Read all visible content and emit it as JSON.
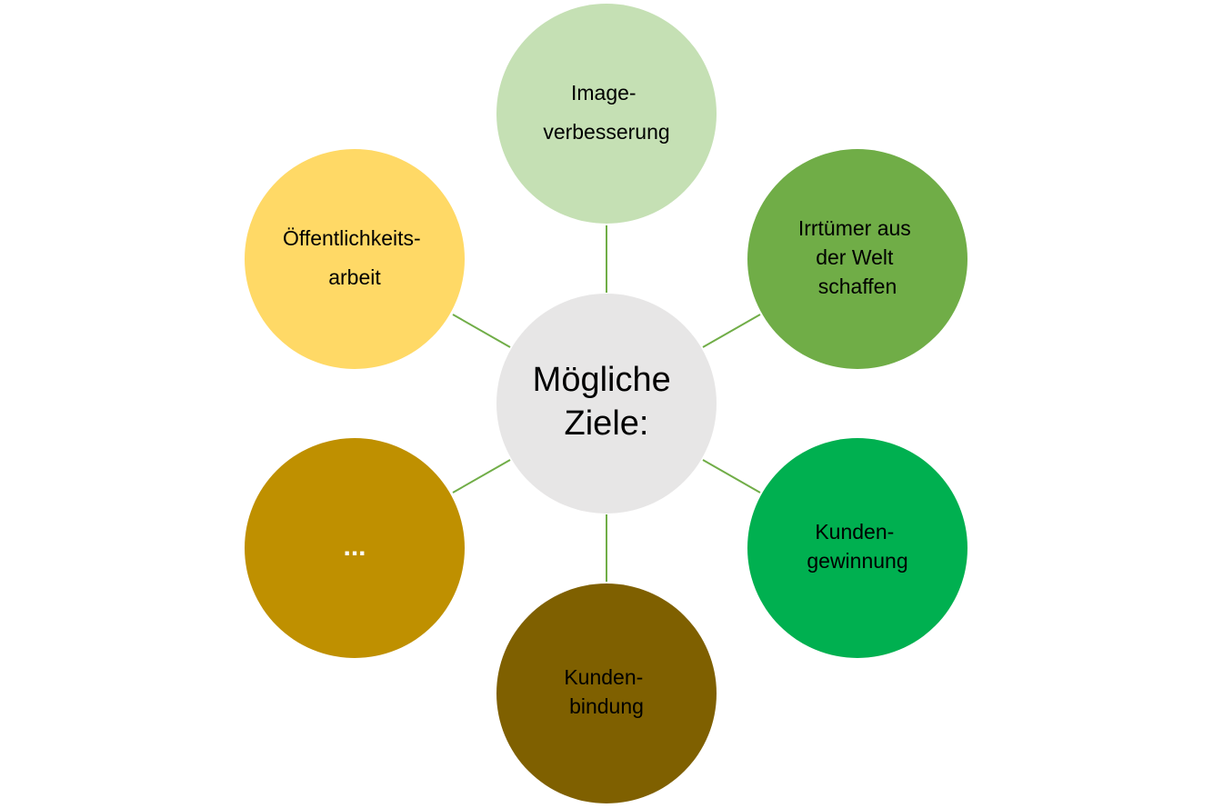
{
  "center": {
    "lines": [
      "Mögliche",
      "Ziele:"
    ],
    "fill": "#e7e6e6",
    "text_color": "#000000"
  },
  "nodes": [
    {
      "id": "image-verbesserung",
      "lines": [
        "Image-",
        "verbesserung"
      ],
      "fill": "#c5e0b4",
      "text_color": "#000000"
    },
    {
      "id": "irrtuemer",
      "lines": [
        "Irrtümer aus",
        "der Welt",
        "schaffen"
      ],
      "fill": "#70ad47",
      "text_color": "#000000"
    },
    {
      "id": "kundengewinnung",
      "lines": [
        "Kunden-",
        "gewinnung"
      ],
      "fill": "#00b050",
      "text_color": "#000000"
    },
    {
      "id": "kundenbindung",
      "lines": [
        "Kunden-",
        "bindung"
      ],
      "fill": "#7f6000",
      "text_color": "#000000"
    },
    {
      "id": "ellipsis",
      "lines": [
        "..."
      ],
      "fill": "#bf9000",
      "text_color": "#ffffff"
    },
    {
      "id": "oeffentlichkeitsarbeit",
      "lines": [
        "Öffentlichkeits-",
        "arbeit"
      ],
      "fill": "#ffd966",
      "text_color": "#000000"
    }
  ],
  "connector_color": "#70ad47"
}
